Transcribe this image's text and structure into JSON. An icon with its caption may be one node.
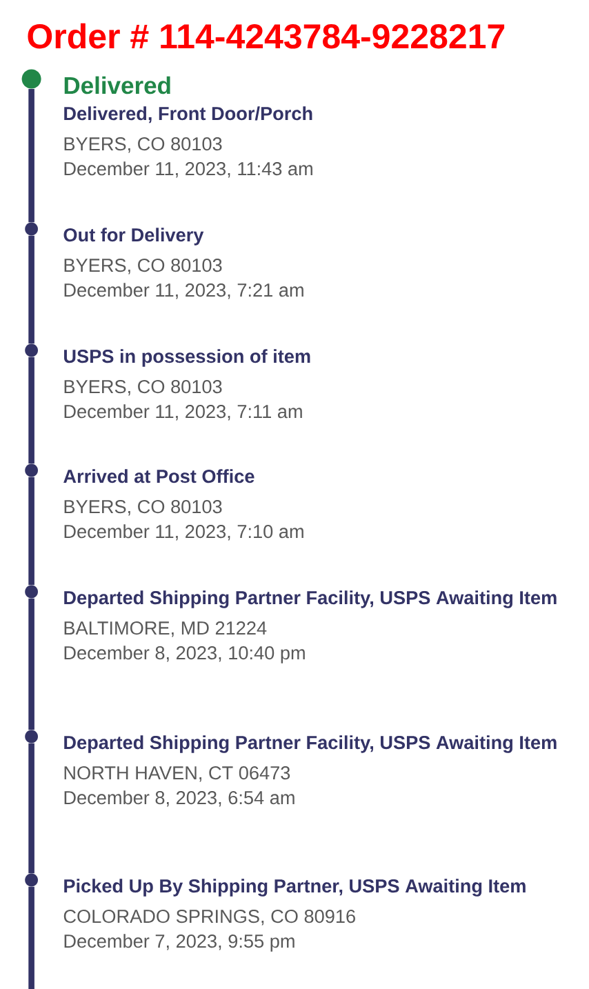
{
  "diagram": {
    "title": "Order # 114-4243784-9228217",
    "nodes": [
      {
        "text": [],
        "shape": "circle",
        "beside": [
          "Delivered",
          "Delivered, Front Door/Porch",
          "BYERS, CO 80103",
          "December 11, 2023, 11:43 am"
        ]
      },
      {
        "text": [],
        "shape": "circle",
        "beside": [
          "Out for Delivery",
          "BYERS, CO 80103",
          "December 11, 2023, 7:21 am"
        ]
      },
      {
        "text": [],
        "shape": "circle",
        "beside": [
          "USPS in possession of item",
          "BYERS, CO 80103",
          "December 11, 2023, 7:11 am"
        ]
      },
      {
        "text": [],
        "shape": "circle",
        "beside": [
          "Arrived at Post Office",
          "BYERS, CO 80103",
          "December 11, 2023, 7:10 am"
        ]
      },
      {
        "text": [],
        "shape": "circle",
        "beside": [
          "Departed Shipping Partner Facility, USPS Awaiting Item",
          "BALTIMORE, MD 21224",
          "December 8, 2023, 10:40 pm"
        ]
      },
      {
        "text": [],
        "shape": "circle",
        "beside": [
          "Departed Shipping Partner Facility, USPS Awaiting Item",
          "NORTH HAVEN, CT 06473",
          "December 8, 2023, 6:54 am"
        ]
      },
      {
        "text": [],
        "shape": "circle",
        "beside": [
          "Picked Up By Shipping Partner, USPS Awaiting Item",
          "COLORADO SPRINGS, CO 80916",
          "December 7, 2023, 9:55 pm"
        ]
      }
    ],
    "edges": [
      {
        "from": 0,
        "to": 1,
        "arrow": "none"
      },
      {
        "from": 1,
        "to": 2,
        "arrow": "none"
      },
      {
        "from": 2,
        "to": 3,
        "arrow": "none"
      },
      {
        "from": 3,
        "to": 4,
        "arrow": "none"
      },
      {
        "from": 4,
        "to": 5,
        "arrow": "none"
      },
      {
        "from": 5,
        "to": 6,
        "arrow": "none"
      },
      {
        "from": 6,
        "to": null,
        "arrow": "none"
      }
    ]
  }
}
